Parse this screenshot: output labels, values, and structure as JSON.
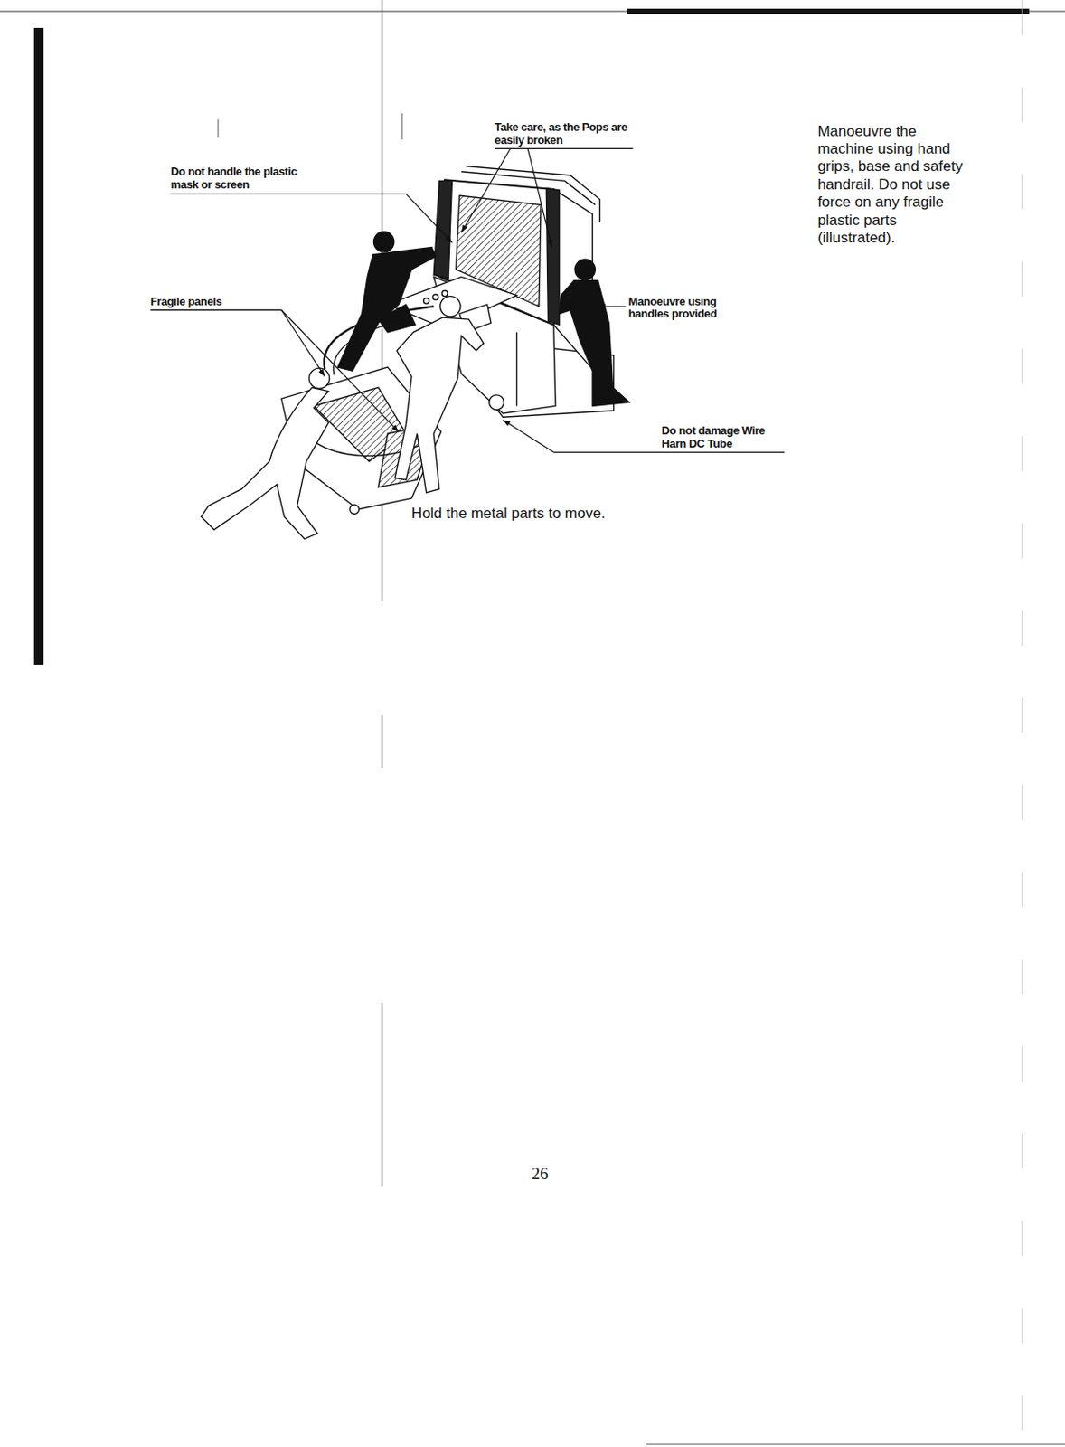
{
  "diagram": {
    "labels": [
      "Take care, as the Pops are easily broken",
      "Do not handle the plastic mask or screen",
      "Fragile panels",
      "Manoeuvre using handles provided",
      "Do not damage Wire Harn DC Tube",
      "Hold the metal parts to move.",
      "Manoeuvre the machine using hand grips, base and safety handrail. Do not use force on any fragile plastic parts (illustrated).",
      "26"
    ]
  }
}
